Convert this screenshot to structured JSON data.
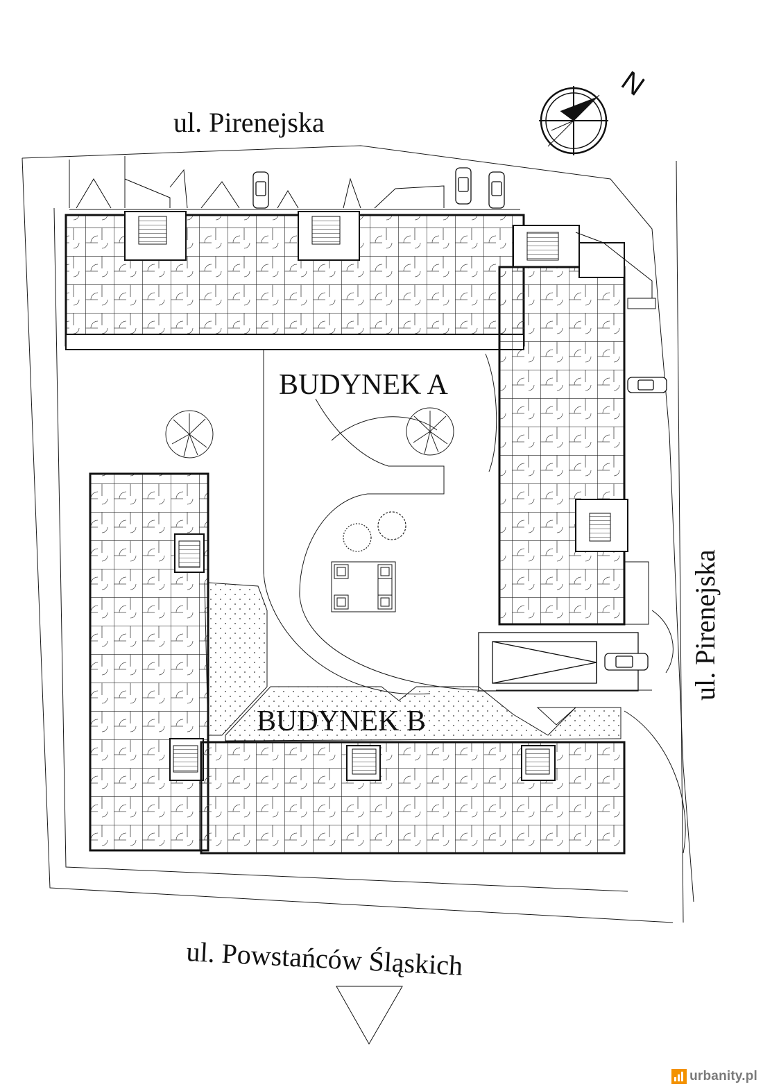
{
  "streets": {
    "north": "ul. Pirenejska",
    "east": "ul. Pirenejska",
    "south": "ul. Powstańców Śląskich"
  },
  "buildings": {
    "a": "BUDYNEK A",
    "b": "BUDYNEK B"
  },
  "compass": {
    "north_letter": "N"
  },
  "watermark": {
    "text": "urbanity.pl",
    "logo_color": "#f39200"
  },
  "colors": {
    "line": "#1a1a1a",
    "paper": "#ffffff"
  }
}
